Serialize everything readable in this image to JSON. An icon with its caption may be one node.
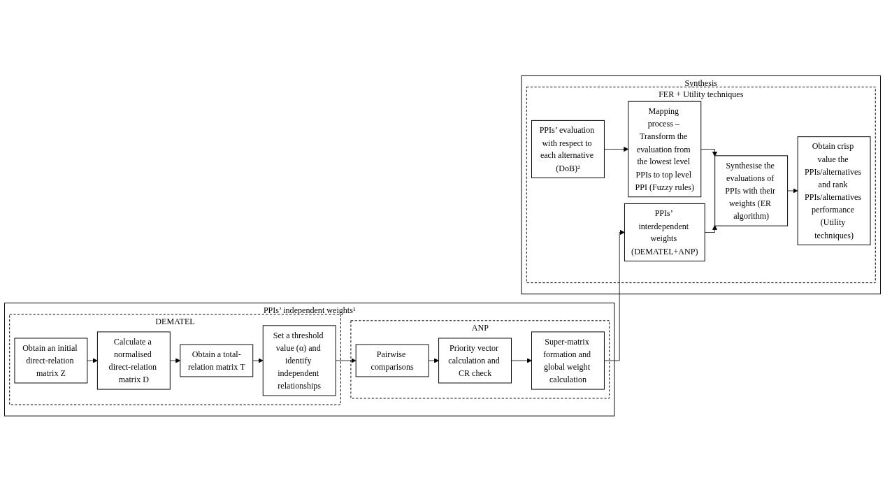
{
  "diagram": {
    "nodes": [
      {
        "text": [
          "PPIs’ independent weights¹"
        ]
      },
      {
        "text": [
          "DEMATEL"
        ],
        "in": 0
      },
      {
        "text": [
          "Obtain an initial direct-relation matrix Z"
        ],
        "in": 1
      },
      {
        "text": [
          "Calculate a normalised direct-relation matrix D"
        ],
        "in": 1
      },
      {
        "text": [
          "Obtain a total-relation matrix T"
        ],
        "in": 1
      },
      {
        "text": [
          "Set a threshold value (α) and identify independent relationships"
        ],
        "in": 1
      },
      {
        "text": [
          "ANP"
        ],
        "in": 0
      },
      {
        "text": [
          "Pairwise comparisons"
        ],
        "in": 6
      },
      {
        "text": [
          "Priority vector calculation and CR check"
        ],
        "in": 6
      },
      {
        "text": [
          "Super-matrix formation and global weight calculation"
        ],
        "in": 6
      },
      {
        "text": [
          "Synthesis"
        ]
      },
      {
        "text": [
          "FER + Utility techniques"
        ],
        "in": 10
      },
      {
        "text": [
          "PPIs’ evaluation with respect to each alternative (DoB)²"
        ],
        "in": 11
      },
      {
        "text": [
          "Mapping process – Transform the evaluation from the lowest level PPIs to top level PPI (Fuzzy rules)"
        ],
        "in": 11
      },
      {
        "text": [
          "PPIs’ interdependent weights (DEMATEL+ANP)"
        ],
        "in": 11
      },
      {
        "text": [
          "Synthesise the evaluations of PPIs with their weights (ER algorithm)"
        ],
        "in": 11
      },
      {
        "text": [
          "Obtain crisp value the PPIs/alternatives and rank PPIs/alternatives performance (Utility techniques)"
        ],
        "in": 11
      }
    ],
    "edges": [
      {
        "from": 2,
        "to": 3,
        "arrow": "to"
      },
      {
        "from": 3,
        "to": 4,
        "arrow": "to"
      },
      {
        "from": 4,
        "to": 5,
        "arrow": "to"
      },
      {
        "from": 5,
        "to": 7,
        "arrow": "to"
      },
      {
        "from": 7,
        "to": 8,
        "arrow": "to"
      },
      {
        "from": 8,
        "to": 9,
        "arrow": "to"
      },
      {
        "from": 9,
        "to": 14,
        "arrow": "to"
      },
      {
        "from": 12,
        "to": 13,
        "arrow": "to"
      },
      {
        "from": 13,
        "to": 15,
        "arrow": "to"
      },
      {
        "from": 14,
        "to": 15,
        "arrow": "to"
      },
      {
        "from": 15,
        "to": 16,
        "arrow": "to"
      }
    ]
  }
}
